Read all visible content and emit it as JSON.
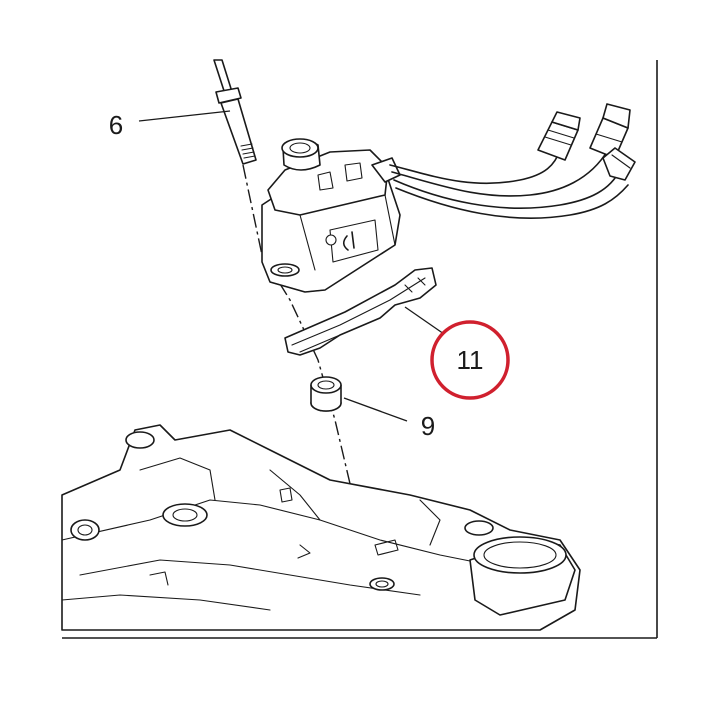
{
  "callouts": [
    {
      "id": "6",
      "label": "6"
    },
    {
      "id": "9",
      "label": "9"
    },
    {
      "id": "11",
      "label": "11"
    }
  ],
  "highlight_color": "#d0202e",
  "line_color": "#1a1a1a"
}
